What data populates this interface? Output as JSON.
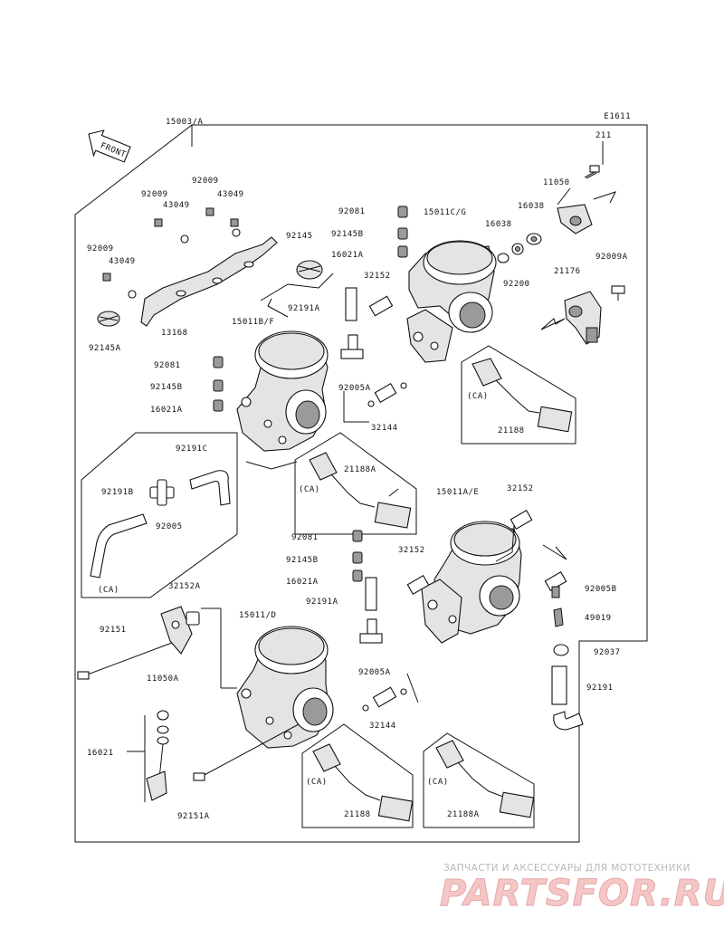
{
  "diagram_code": "E1611",
  "front_label": "FRONT",
  "labels": {
    "a15003": "15003/A",
    "a211": "211",
    "a11050": "11050",
    "a16038a": "16038",
    "a16038b": "16038",
    "a92200": "92200",
    "a21176": "21176",
    "a92009A": "92009A",
    "a92081a": "92081",
    "a92145Ba": "92145B",
    "a16021Aa": "16021A",
    "a15011CG": "15011C/G",
    "a92145": "92145",
    "a32152a": "32152",
    "a92191Aa": "92191A",
    "a15011BF": "15011B/F",
    "a92081b": "92081",
    "a92145Bb": "92145B",
    "a16021Ab": "16021A",
    "a92005Aa": "92005A",
    "a32144a": "32144",
    "a92009a": "92009",
    "a43049a": "43049",
    "a92009b": "92009",
    "a43049b": "43049",
    "a92009c": "92009",
    "a43049c": "43049",
    "a13168": "13168",
    "a92145A": "92145A",
    "aCA1": "(CA)",
    "a21188a": "21188",
    "aCA2": "(CA)",
    "a21188Aa": "21188A",
    "a92191C": "92191C",
    "a92191B": "92191B",
    "a92005": "92005",
    "aCA3": "(CA)",
    "a15011AE": "15011A/E",
    "a32152b": "32152",
    "a92081c": "92081",
    "a92145Bc": "92145B",
    "a16021Ac": "16021A",
    "a32152c": "32152",
    "a92191Ab": "92191A",
    "a92005B": "92005B",
    "a49019": "49019",
    "a92037": "92037",
    "a92191": "92191",
    "a32152A": "32152A",
    "a92151": "92151",
    "a11050A": "11050A",
    "a15011D": "15011/D",
    "a92005Ab": "92005A",
    "a32144b": "32144",
    "a16021": "16021",
    "a92151A": "92151A",
    "aCA4": "(CA)",
    "a21188b": "21188",
    "aCA5": "(CA)",
    "a21188Ab": "21188A"
  },
  "watermark": {
    "tagline": "ЗАПЧАСТИ И АКСЕССУАРЫ ДЛЯ МОТОТЕХНИКИ",
    "brand": "PARTSFOR.RU"
  }
}
